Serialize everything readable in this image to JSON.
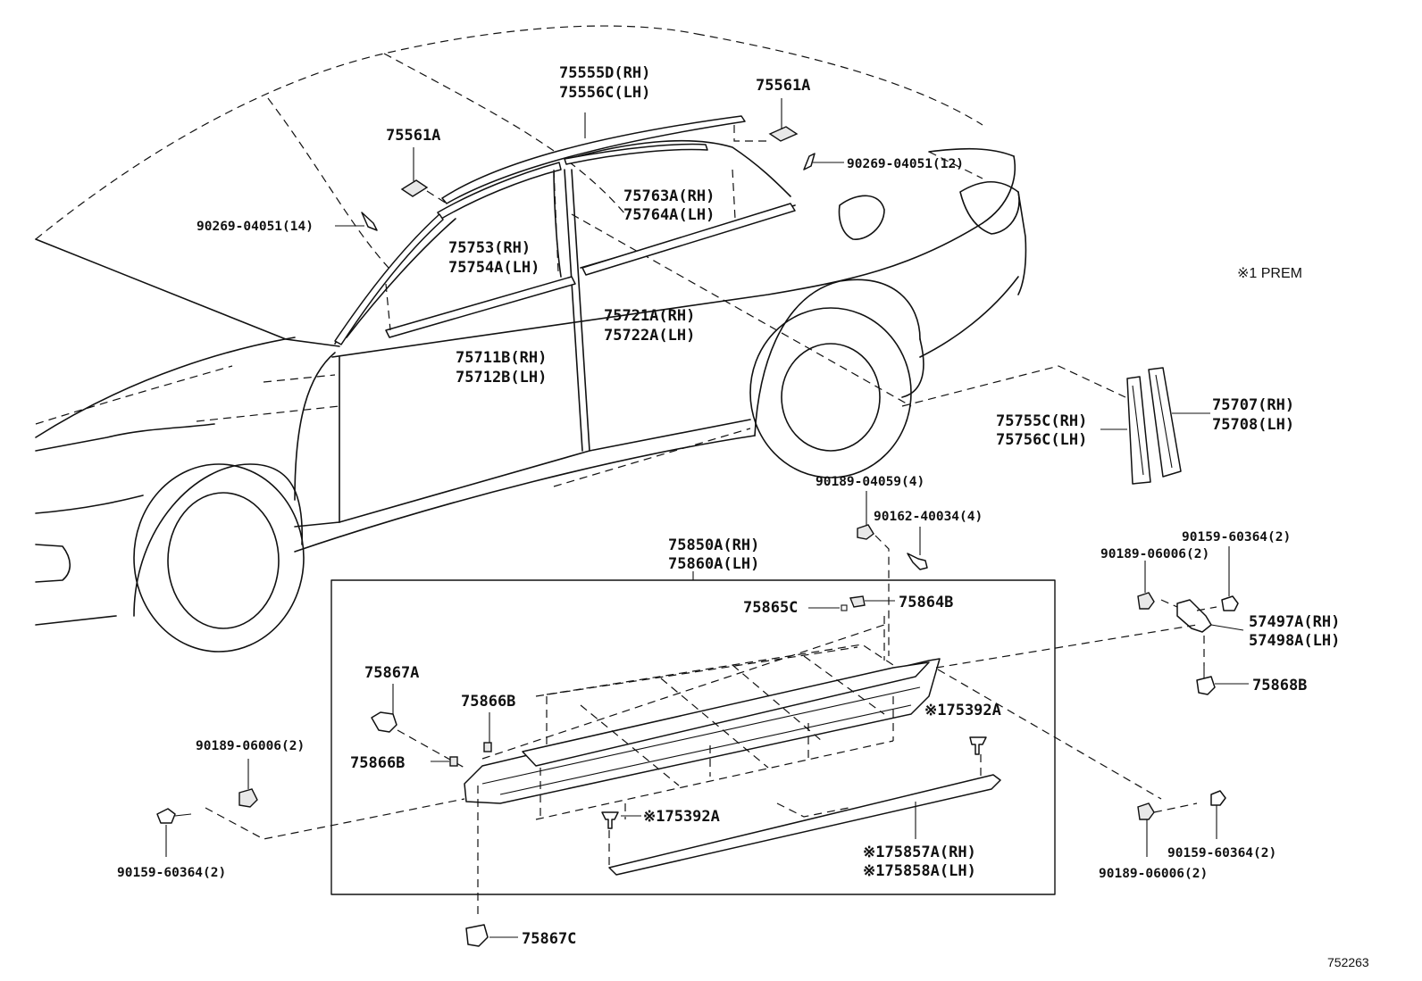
{
  "note": "※1 PREM",
  "figure_id": "752263",
  "labels": {
    "p75555d": "75555D(RH)",
    "p75556c": "75556C(LH)",
    "p75561a_right": "75561A",
    "p75561a_left": "75561A",
    "p90269_12": "90269-04051(12)",
    "p90269_14": "90269-04051(14)",
    "p75763a": "75763A(RH)",
    "p75764a": "75764A(LH)",
    "p75753": "75753(RH)",
    "p75754a": "75754A(LH)",
    "p75721a": "75721A(RH)",
    "p75722a": "75722A(LH)",
    "p75711b": "75711B(RH)",
    "p75712b": "75712B(LH)",
    "p75755c": "75755C(RH)",
    "p75756c": "75756C(LH)",
    "p75707": "75707(RH)",
    "p75708": "75708(LH)",
    "p90189_04059": "90189-04059(4)",
    "p90162_40034": "90162-40034(4)",
    "p90159_60364_tr": "90159-60364(2)",
    "p90189_06006_tr": "90189-06006(2)",
    "p75850a": "75850A(RH)",
    "p75860a": "75860A(LH)",
    "p75865c": "75865C",
    "p75864b": "75864B",
    "p57497a": "57497A(RH)",
    "p57498a": "57498A(LH)",
    "p75867a": "75867A",
    "p75866b_top": "75866B",
    "p75866b_left": "75866B",
    "p75868b": "75868B",
    "p75392a_right": "※175392A",
    "p75392a_left": "※175392A",
    "p90189_06006_left": "90189-06006(2)",
    "p90159_60364_left": "90159-60364(2)",
    "p75857a": "※175857A(RH)",
    "p75858a": "※175858A(LH)",
    "p90159_60364_br": "90159-60364(2)",
    "p90189_06006_br": "90189-06006(2)",
    "p75867c": "75867C"
  }
}
